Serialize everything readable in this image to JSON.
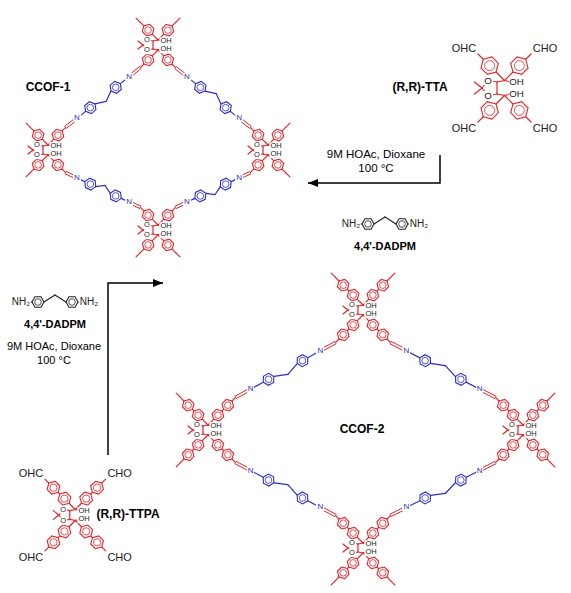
{
  "diagram": {
    "nodes": [
      {
        "text": [
          "CCOF-1"
        ]
      },
      {
        "text": [
          "(R,R)-TTA"
        ]
      },
      {
        "text": [
          "CCOF-2"
        ]
      },
      {
        "text": [
          "(R,R)-TTPA"
        ]
      }
    ],
    "edges": [
      {
        "from": 1,
        "to": 0,
        "arrow": "to",
        "label": "9M HOAc, Dioxane 100 °C"
      },
      {
        "from": 3,
        "to": 2,
        "arrow": "to",
        "label": "9M HOAc, Dioxane 100 °C"
      }
    ],
    "labels": [
      "O",
      "O",
      "OH",
      "OH",
      "O",
      "O",
      "OH",
      "OH",
      "O",
      "O",
      "OH",
      "OH",
      "O",
      "O",
      "OH",
      "OH",
      "N",
      "N",
      "N",
      "N",
      "N",
      "N",
      "N",
      "N",
      "O",
      "O",
      "OH",
      "OH",
      "OHC",
      "CHO",
      "OHC",
      "CHO",
      "NH₂",
      "NH₂",
      "4,4'-DADPM",
      "O",
      "O",
      "OH",
      "OH",
      "O",
      "O",
      "OH",
      "OH",
      "O",
      "O",
      "OH",
      "OH",
      "O",
      "O",
      "OH",
      "OH",
      "N",
      "N",
      "N",
      "N",
      "N",
      "N",
      "N",
      "N",
      "NH₂",
      "NH₂",
      "4,4'-DADPM",
      "O",
      "O",
      "OH",
      "OH",
      "OHC",
      "CHO",
      "OHC",
      "CHO"
    ]
  }
}
